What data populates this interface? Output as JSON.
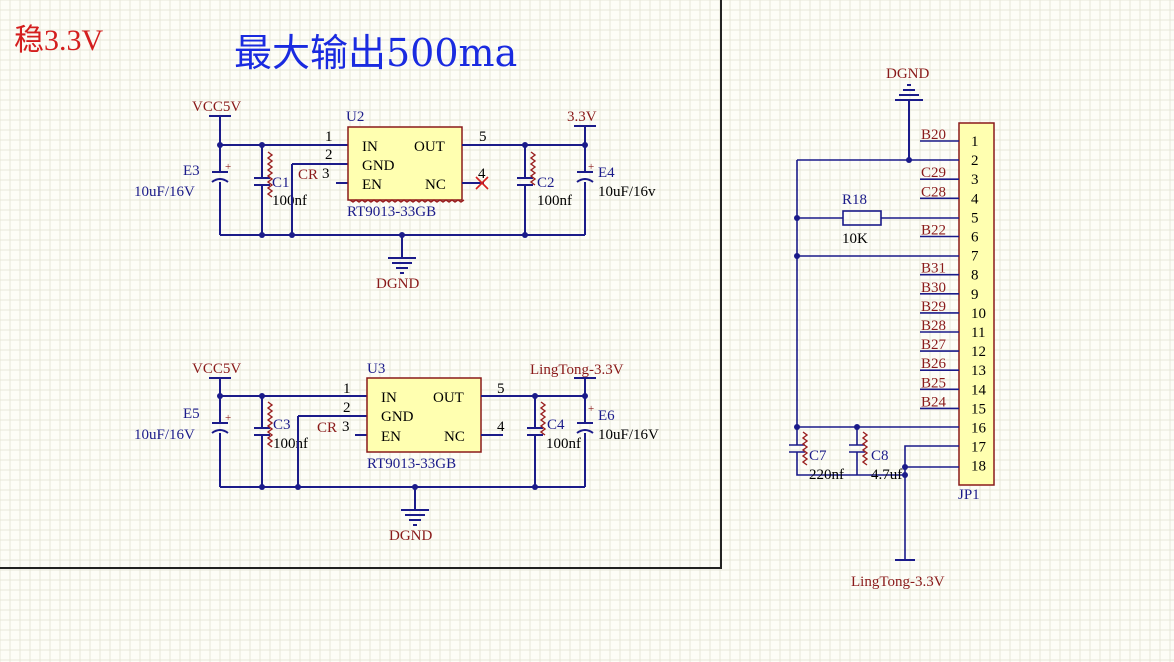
{
  "header": {
    "label": "稳3.3V",
    "title": "最大输出500ma"
  },
  "reg1": {
    "ref": "U2",
    "part": "RT9013-33GB",
    "pin_in": "IN",
    "pin_gnd": "GND",
    "pin_en": "EN",
    "pin_out": "OUT",
    "pin_nc": "NC",
    "n1": "1",
    "n2": "2",
    "n3": "3",
    "n4": "4",
    "n5": "5",
    "vin": "VCC5V",
    "vout": "3.3V",
    "cr": "CR",
    "gnd": "DGND",
    "e_in": "E3",
    "e_in_val": "10uF/16V",
    "c_in": "C1",
    "c_in_val": "100nf",
    "c_out": "C2",
    "c_out_val": "100nf",
    "e_out": "E4",
    "e_out_val": "10uF/16v"
  },
  "reg2": {
    "ref": "U3",
    "part": "RT9013-33GB",
    "pin_in": "IN",
    "pin_gnd": "GND",
    "pin_en": "EN",
    "pin_out": "OUT",
    "pin_nc": "NC",
    "n1": "1",
    "n2": "2",
    "n3": "3",
    "n4": "4",
    "n5": "5",
    "vin": "VCC5V",
    "vout": "LingTong-3.3V",
    "cr": "CR",
    "gnd": "DGND",
    "e_in": "E5",
    "e_in_val": "10uF/16V",
    "c_in": "C3",
    "c_in_val": "100nf",
    "c_out": "C4",
    "c_out_val": "100nf",
    "e_out": "E6",
    "e_out_val": "10uF/16V"
  },
  "connector": {
    "ref": "JP1",
    "gnd": "DGND",
    "pins": [
      "1",
      "2",
      "3",
      "4",
      "5",
      "6",
      "7",
      "8",
      "9",
      "10",
      "11",
      "12",
      "13",
      "14",
      "15",
      "16",
      "17",
      "18"
    ],
    "nets": {
      "p1": "B20",
      "p3": "C29",
      "p4": "C28",
      "p6": "B22",
      "p8": "B31",
      "p9": "B30",
      "p10": "B29",
      "p11": "B28",
      "p12": "B27",
      "p13": "B26",
      "p14": "B25",
      "p15": "B24"
    },
    "r18": "R18",
    "r18_val": "10K",
    "c7": "C7",
    "c7_val": "220nf",
    "c8": "C8",
    "c8_val": "4.7uf",
    "supply": "LingTong-3.3V"
  }
}
